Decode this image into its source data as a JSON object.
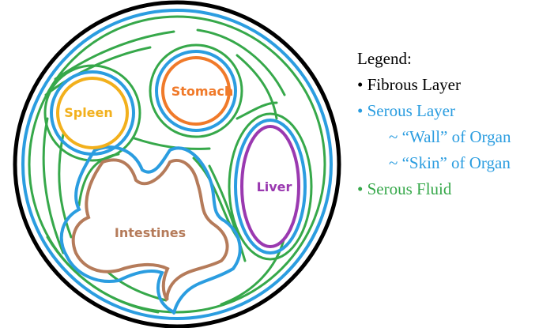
{
  "organs": {
    "spleen": "Spleen",
    "stomach": "Stomach",
    "liver": "Liver",
    "intestines": "Intestines"
  },
  "legend": {
    "title": "Legend:",
    "fibrous": "• Fibrous Layer",
    "serous": "• Serous Layer",
    "wall": "~ “Wall” of Organ",
    "skin": "~ “Skin” of Organ",
    "fluid": "• Serous Fluid"
  },
  "colors": {
    "fibrous": "#000000",
    "serous": "#2b9de0",
    "fluid": "#36a84a",
    "spleen": "#f2b01c",
    "stomach": "#f07a2a",
    "liver": "#9a39b0",
    "intestines": "#b57b5a"
  }
}
